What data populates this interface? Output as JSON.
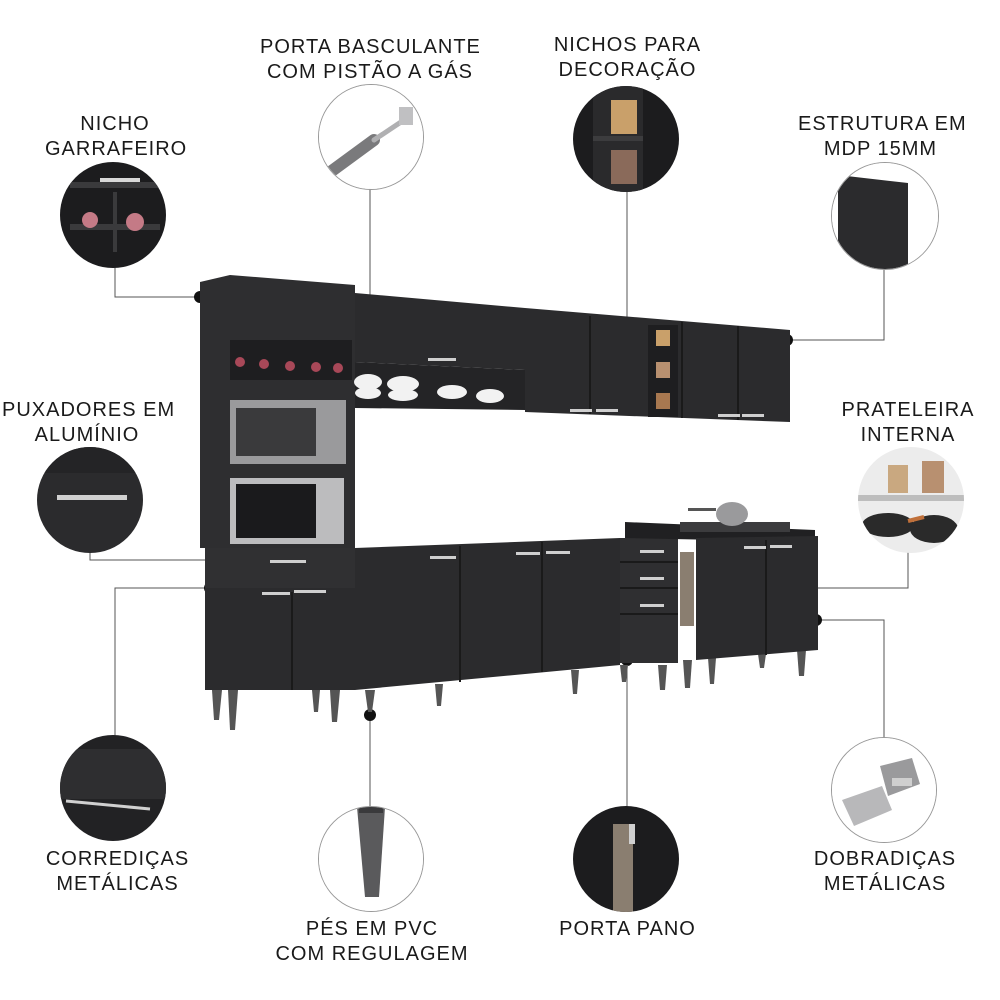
{
  "features": {
    "nicho_garrafeiro": {
      "line1": "NICHO",
      "line2": "GARRAFEIRO",
      "icon": "wine-rack-icon"
    },
    "porta_basculante": {
      "line1": "PORTA BASCULANTE",
      "line2": "COM PISTÃO A GÁS",
      "icon": "gas-piston-icon"
    },
    "nichos_decoracao": {
      "line1": "NICHOS PARA",
      "line2": "DECORAÇÃO",
      "icon": "decor-niche-icon"
    },
    "estrutura_mdp": {
      "line1": "ESTRUTURA EM",
      "line2": "MDP 15MM",
      "icon": "mdp-panel-icon"
    },
    "puxadores": {
      "line1": "PUXADORES EM",
      "line2": "ALUMÍNIO",
      "icon": "aluminum-handle-icon"
    },
    "prateleira": {
      "line1": "PRATELEIRA",
      "line2": "INTERNA",
      "icon": "inner-shelf-icon"
    },
    "corredicas": {
      "line1": "CORREDIÇAS",
      "line2": "METÁLICAS",
      "icon": "metal-slide-icon"
    },
    "pes_pvc": {
      "line1": "PÉS EM PVC",
      "line2": "COM REGULAGEM",
      "icon": "pvc-foot-icon"
    },
    "porta_pano": {
      "line1": "PORTA PANO",
      "icon": "towel-holder-icon"
    },
    "dobradicas": {
      "line1": "DOBRADIÇAS",
      "line2": "METÁLICAS",
      "icon": "metal-hinge-icon"
    }
  },
  "colors": {
    "furniture": "#2b2b2d",
    "label": "#1a1a1a",
    "leader": "#555555"
  }
}
